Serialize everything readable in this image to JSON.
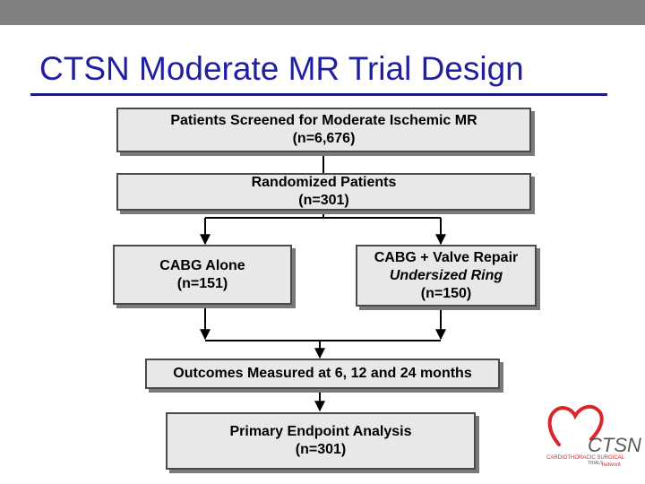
{
  "slide": {
    "title": "CTSN Moderate MR Trial Design"
  },
  "diagram": {
    "screened": {
      "line1": "Patients Screened for Moderate Ischemic MR",
      "line2": "(n=6,676)"
    },
    "randomized": {
      "line1": "Randomized Patients",
      "line2": "(n=301)"
    },
    "cabg_alone": {
      "line1": "CABG Alone",
      "line2": "(n=151)"
    },
    "cabg_repair": {
      "line1": "CABG + Valve Repair",
      "line2": "Undersized Ring",
      "line3": "(n=150)"
    },
    "outcomes": {
      "line1": "Outcomes Measured at 6, 12 and 24 months"
    },
    "primary": {
      "line1": "Primary Endpoint Analysis",
      "line2": "(n=301)"
    }
  },
  "logo": {
    "name": "CTSN",
    "sub1": "CARDIOTHORACIC SURGICAL",
    "sub2": "TRIALS",
    "sub3": "network",
    "colors": {
      "heart": "#d9262b",
      "text": "#5a5a5a"
    }
  },
  "colors": {
    "title": "#1f1fa0",
    "box_fill": "#e8e8e8",
    "box_border": "#4a4a4a",
    "box_shadow": "#7a7a7a",
    "top_bar": "#808080"
  }
}
